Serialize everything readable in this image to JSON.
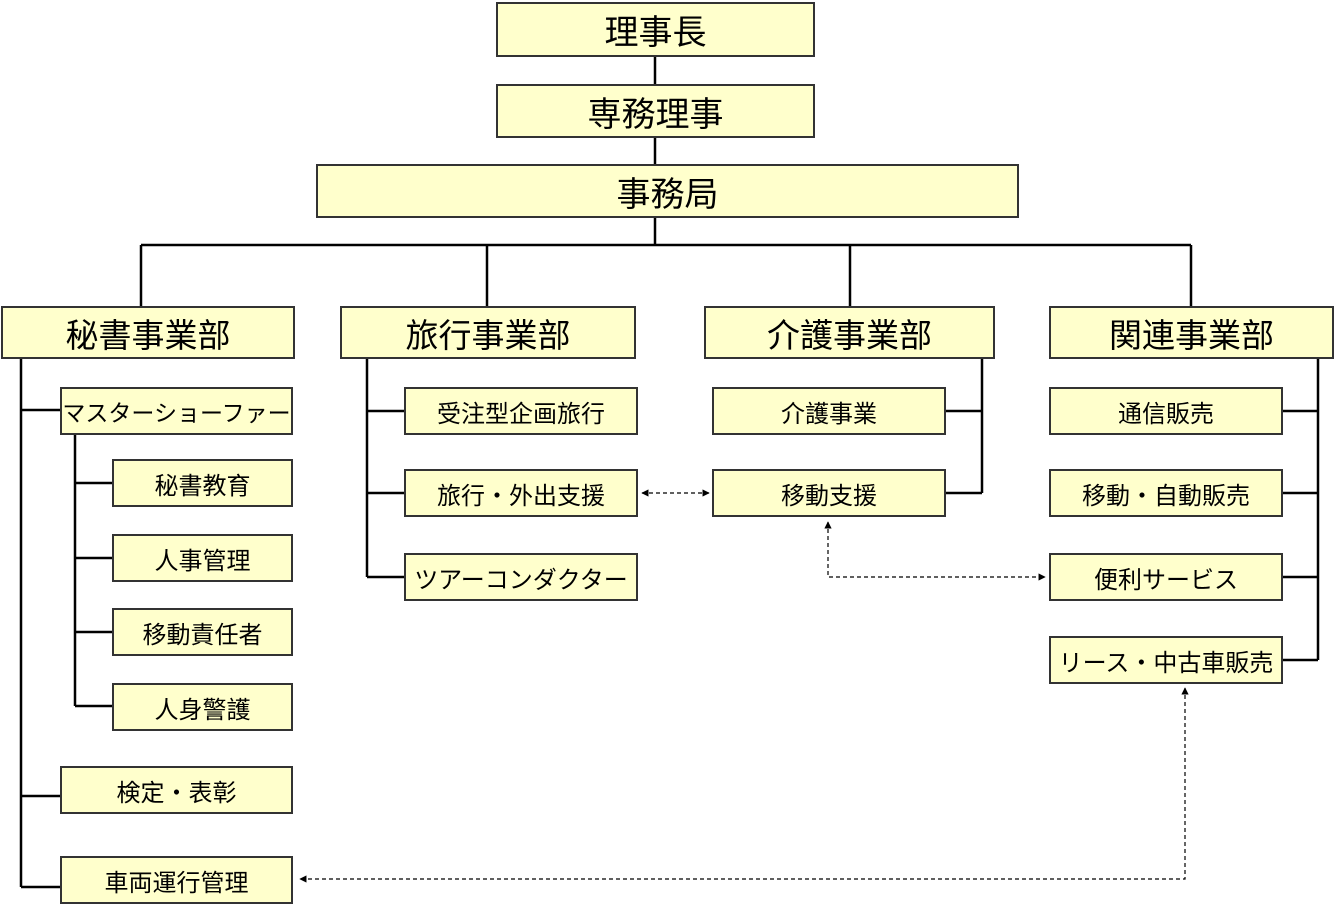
{
  "colors": {
    "box_fill": "#ffffcc",
    "box_border": "#333333",
    "line": "#000000"
  },
  "top": {
    "chairman": "理事長",
    "managing_director": "専務理事",
    "secretariat": "事務局"
  },
  "departments": {
    "secretary": {
      "name": "秘書事業部",
      "master_show_fur": "マスターショーファー",
      "sub_items": [
        "秘書教育",
        "人事管理",
        "移動責任者",
        "人身警護"
      ],
      "certification": "検定・表彰",
      "vehicle_operation": "車両運行管理"
    },
    "travel": {
      "name": "旅行事業部",
      "items": [
        "受注型企画旅行",
        "旅行・外出支援",
        "ツアーコンダクター"
      ]
    },
    "care": {
      "name": "介護事業部",
      "items": [
        "介護事業",
        "移動支援"
      ]
    },
    "related": {
      "name": "関連事業部",
      "items": [
        "通信販売",
        "移動・自動販売",
        "便利サービス",
        "リース・中古車販売"
      ]
    }
  }
}
